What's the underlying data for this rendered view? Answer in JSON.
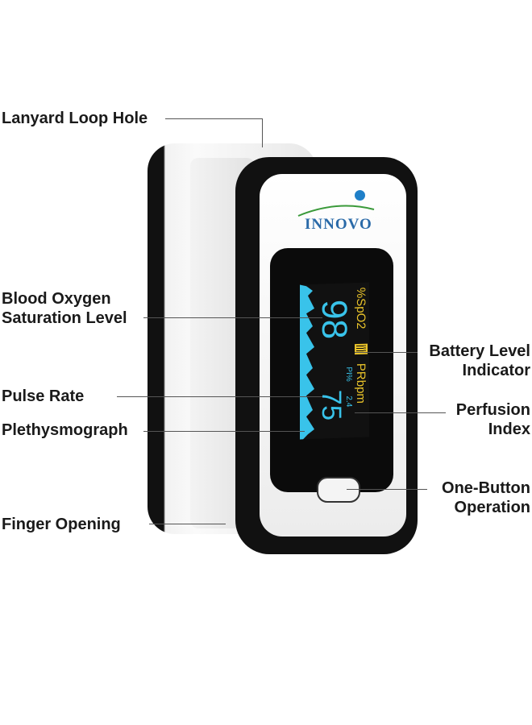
{
  "device": {
    "brand": "INNOVO",
    "screen": {
      "spo2_label": "%SpO2",
      "spo2_value": "98",
      "pr_label": "PRbpm",
      "pr_value": "75",
      "pi_label": "PI%",
      "pi_value": "2.4"
    },
    "colors": {
      "display_value": "#39c3ea",
      "display_label": "#e8c22a",
      "logo": "#2a6aa8",
      "arc": "#3a9a3a"
    }
  },
  "callouts": {
    "lanyard": "Lanyard Loop Hole",
    "spo2_line1": "Blood Oxygen",
    "spo2_line2": "Saturation Level",
    "battery_line1": "Battery Level",
    "battery_line2": "Indicator",
    "pulse": "Pulse Rate",
    "perfusion_line1": "Perfusion",
    "perfusion_line2": "Index",
    "pleth": "Plethysmograph",
    "button_line1": "One-Button",
    "button_line2": "Operation",
    "finger": "Finger Opening"
  }
}
